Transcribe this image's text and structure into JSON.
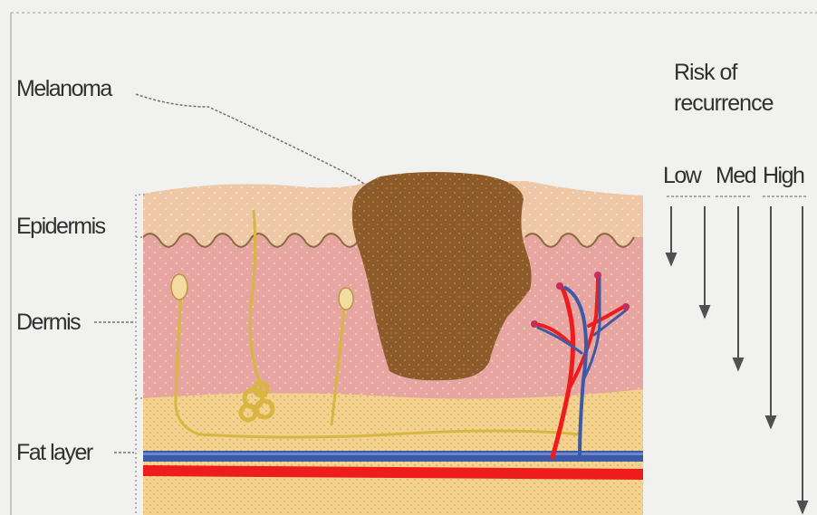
{
  "labels": {
    "melanoma": "Melanoma",
    "epidermis": "Epidermis",
    "dermis": "Dermis",
    "fat_layer": "Fat layer"
  },
  "risk": {
    "title_line1": "Risk of",
    "title_line2": "recurrence",
    "levels": [
      "Low",
      "Med",
      "High"
    ]
  },
  "colors": {
    "background": "#f1f1f0",
    "epidermis": "#eec8a6",
    "dermis": "#e6a5a0",
    "fat": "#f2d28e",
    "melanoma": "#8d5a2b",
    "artery": "#ee1c1c",
    "vein": "#3b5aa8",
    "nerve": "#e0c040"
  }
}
